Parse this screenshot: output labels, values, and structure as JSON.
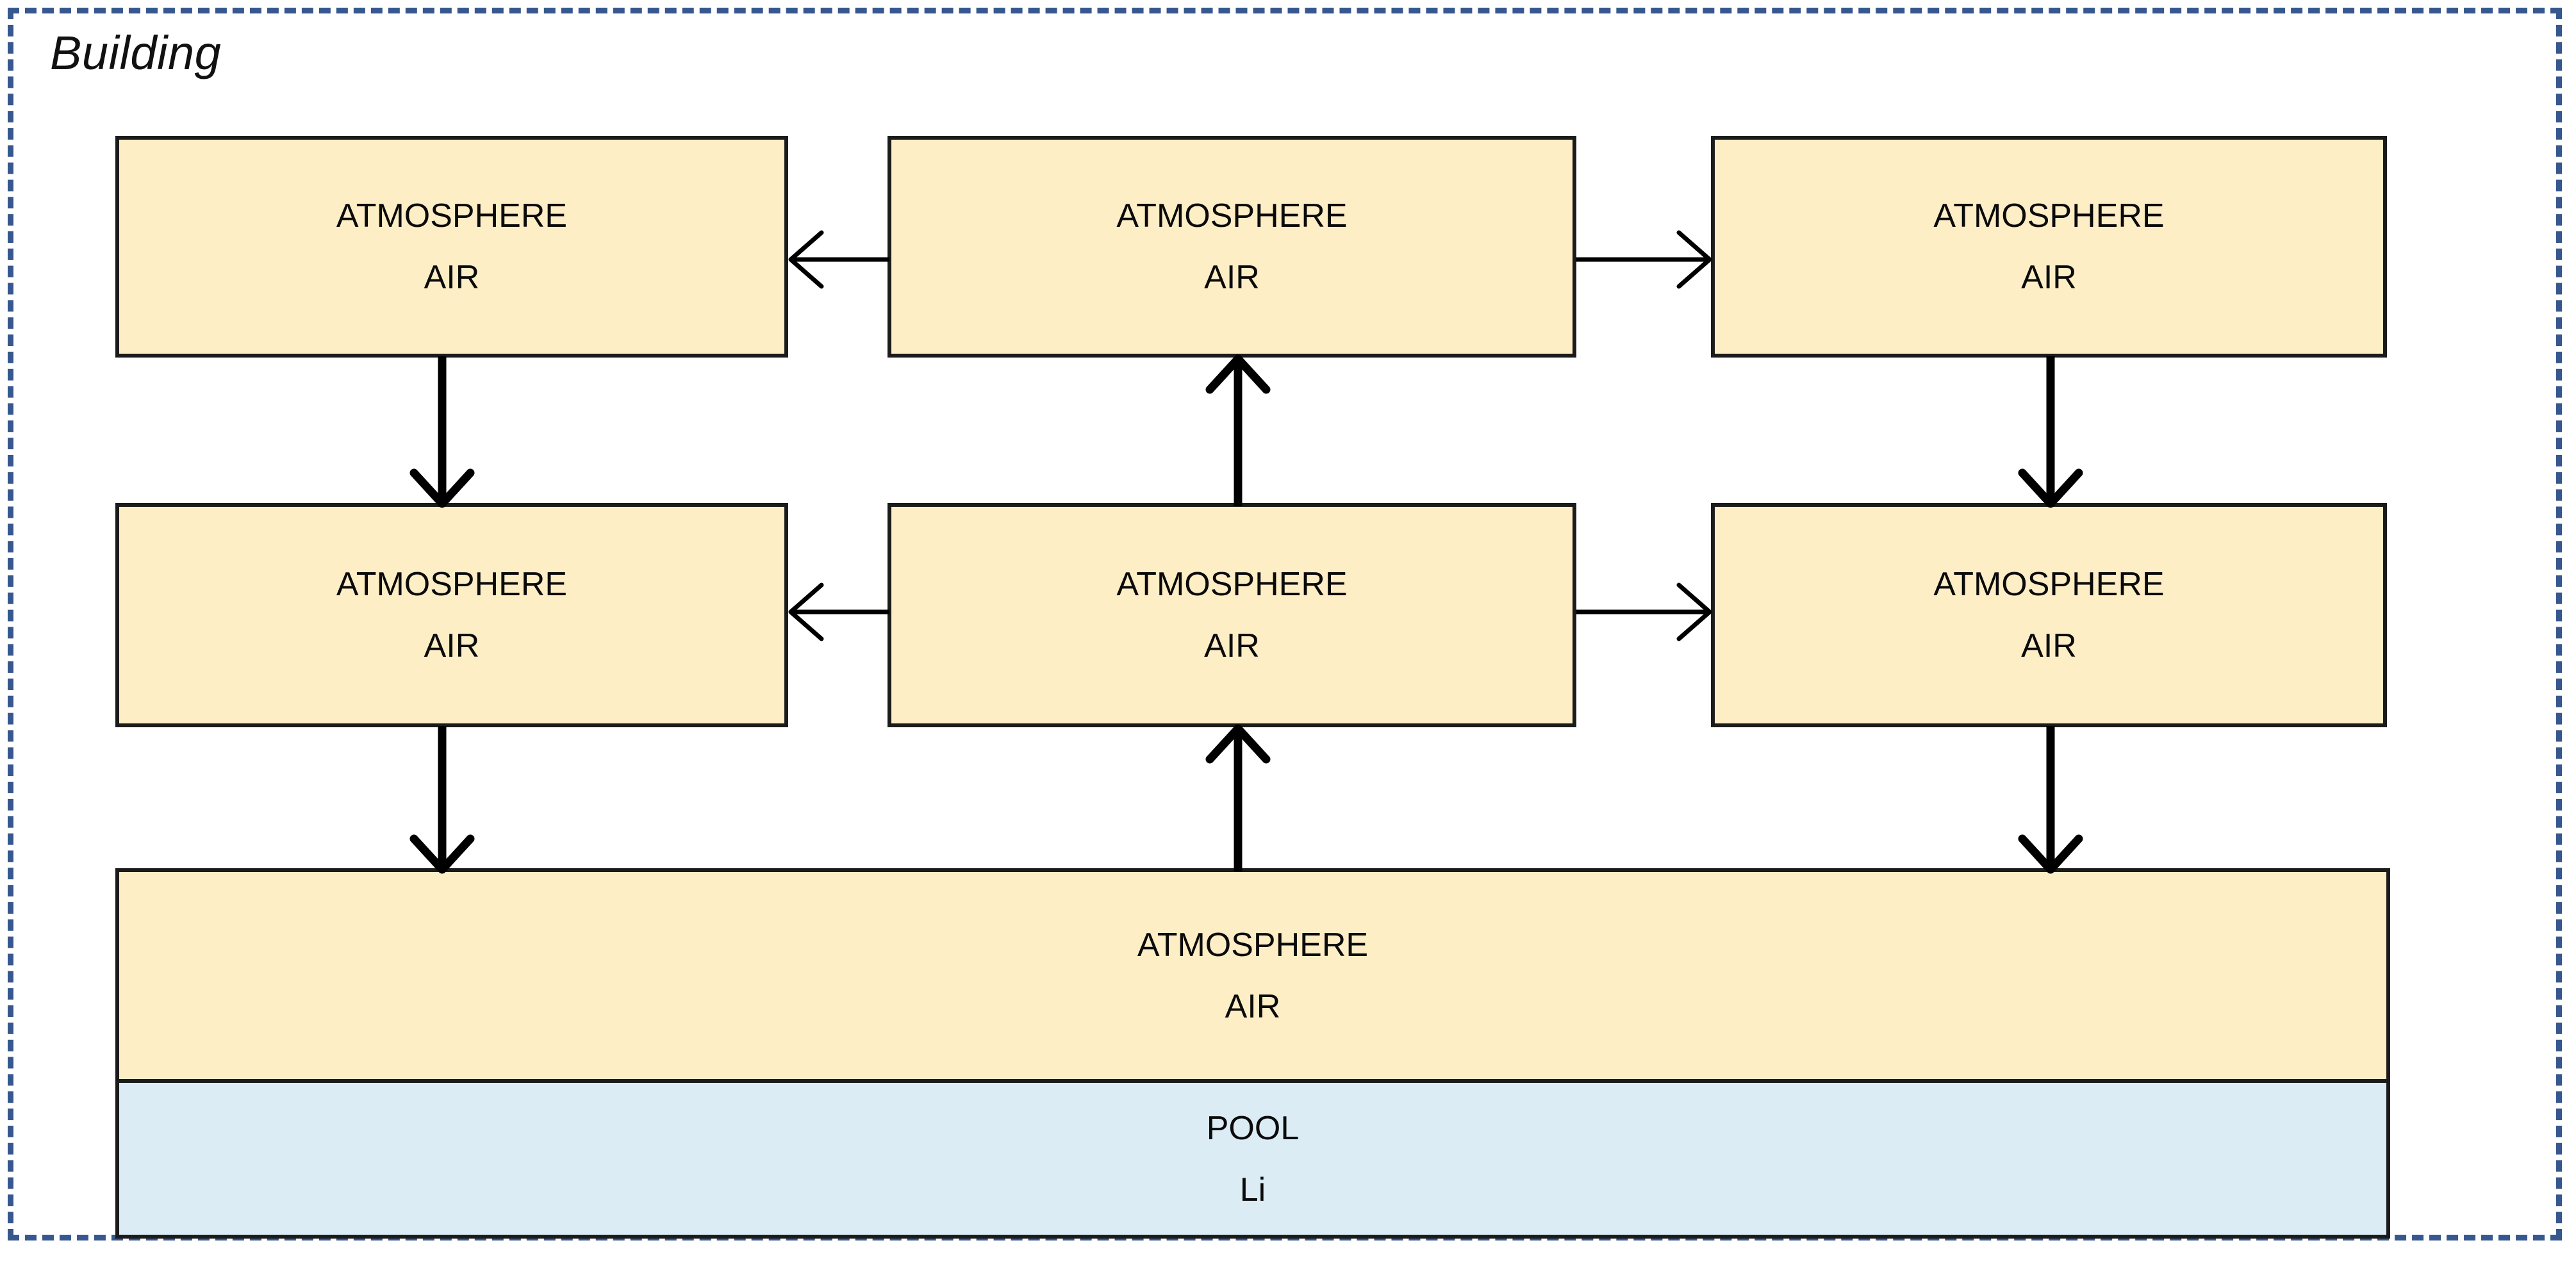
{
  "diagram": {
    "frame_label": "Building",
    "frame_style": "dashed",
    "frame_color": "#36588f",
    "colors": {
      "air_fill": "#fdeec6",
      "pool_fill": "#dbecf4",
      "node_border": "#1b1b1b",
      "frame_dash": "#36588f",
      "connector": "#000000"
    },
    "nodes": [
      {
        "id": "atm-top-left",
        "line1": "ATMOSPHERE",
        "line2": "AIR",
        "fill": "air"
      },
      {
        "id": "atm-top-center",
        "line1": "ATMOSPHERE",
        "line2": "AIR",
        "fill": "air"
      },
      {
        "id": "atm-top-right",
        "line1": "ATMOSPHERE",
        "line2": "AIR",
        "fill": "air"
      },
      {
        "id": "atm-mid-left",
        "line1": "ATMOSPHERE",
        "line2": "AIR",
        "fill": "air"
      },
      {
        "id": "atm-mid-center",
        "line1": "ATMOSPHERE",
        "line2": "AIR",
        "fill": "air"
      },
      {
        "id": "atm-mid-right",
        "line1": "ATMOSPHERE",
        "line2": "AIR",
        "fill": "air"
      },
      {
        "id": "atm-bottom",
        "line1": "ATMOSPHERE",
        "line2": "AIR",
        "fill": "air"
      },
      {
        "id": "pool-bottom",
        "line1": "POOL",
        "line2": "Li",
        "fill": "pool"
      }
    ],
    "connectors": [
      {
        "id": "c1",
        "from": "atm-top-center",
        "to": "atm-top-left",
        "direction": "left",
        "weight": "thin"
      },
      {
        "id": "c2",
        "from": "atm-top-center",
        "to": "atm-top-right",
        "direction": "right",
        "weight": "thin"
      },
      {
        "id": "c3",
        "from": "atm-mid-center",
        "to": "atm-mid-left",
        "direction": "left",
        "weight": "thin"
      },
      {
        "id": "c4",
        "from": "atm-mid-center",
        "to": "atm-mid-right",
        "direction": "right",
        "weight": "thin"
      },
      {
        "id": "c5",
        "from": "atm-top-left",
        "to": "atm-mid-left",
        "direction": "down",
        "weight": "thick"
      },
      {
        "id": "c6",
        "from": "atm-mid-center",
        "to": "atm-top-center",
        "direction": "up",
        "weight": "thick"
      },
      {
        "id": "c7",
        "from": "atm-top-right",
        "to": "atm-mid-right",
        "direction": "down",
        "weight": "thick"
      },
      {
        "id": "c8",
        "from": "atm-mid-left",
        "to": "atm-bottom",
        "direction": "down",
        "weight": "thick"
      },
      {
        "id": "c9",
        "from": "atm-bottom",
        "to": "atm-mid-center",
        "direction": "up",
        "weight": "thick"
      },
      {
        "id": "c10",
        "from": "atm-mid-right",
        "to": "atm-bottom",
        "direction": "down",
        "weight": "thick"
      }
    ]
  }
}
